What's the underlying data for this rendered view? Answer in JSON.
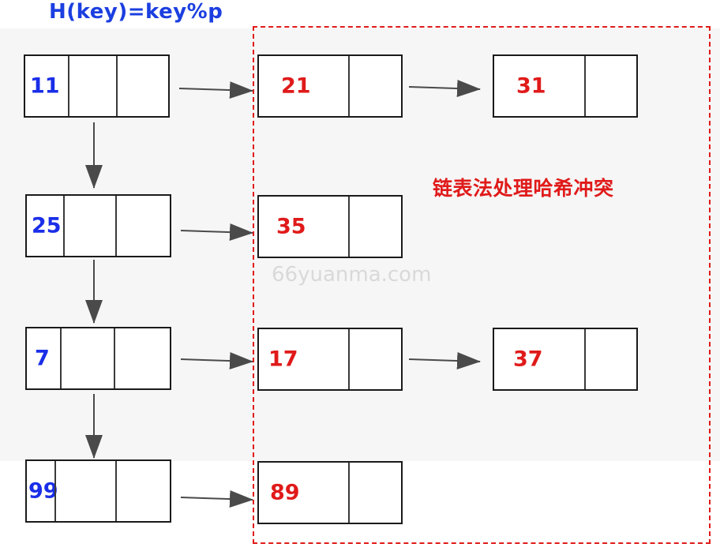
{
  "title": "H(key)=key%p",
  "annotation": "链表法处理哈希冲突",
  "watermark": "66yuanma.com",
  "colors": {
    "bucket_text": "#1a2ee8",
    "chain_text": "#e01a1a",
    "region_border": "#e01a1a",
    "arrow": "#4a4a4a"
  },
  "buckets": [
    {
      "key": "11",
      "chain": [
        "21",
        "31"
      ]
    },
    {
      "key": "25",
      "chain": [
        "35"
      ]
    },
    {
      "key": "7",
      "chain": [
        "17",
        "37"
      ]
    },
    {
      "key": "99",
      "chain": [
        "89"
      ]
    }
  ]
}
